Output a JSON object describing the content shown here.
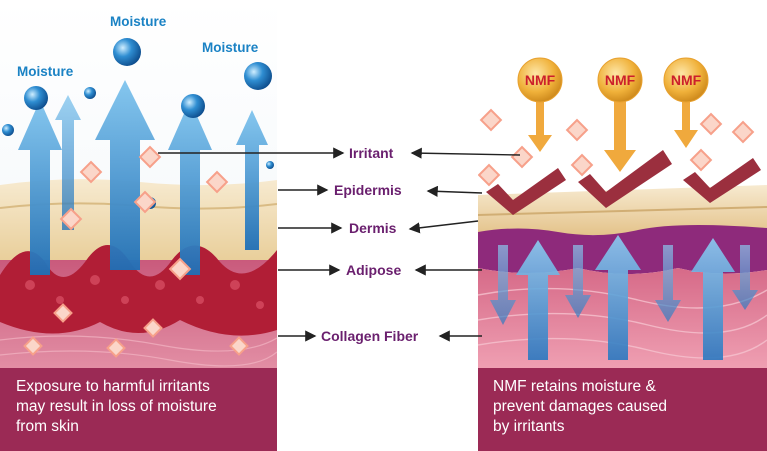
{
  "left_panel": {
    "moisture_labels": [
      "Moisture",
      "Moisture",
      "Moisture"
    ],
    "caption": [
      "Exposure to harmful irritants",
      "may result in loss of moisture",
      "from skin"
    ]
  },
  "right_panel": {
    "nmf_labels": [
      "NMF",
      "NMF",
      "NMF"
    ],
    "caption": [
      "NMF retains moisture &",
      "prevent damages caused",
      "by irritants"
    ]
  },
  "center_labels": [
    "Irritant",
    "Epidermis",
    "Dermis",
    "Adipose",
    "Collagen Fiber"
  ],
  "colors": {
    "caption_bg": "#9b2a55",
    "label_text": "#6a1f6e",
    "moisture_text": "#1a82c4",
    "nmf_circle": "#f0b13a",
    "nmf_text": "#cc1f2b",
    "epidermis": "#f1dcaf",
    "dermis_red": "#b11e36",
    "collagen": "#d8728c"
  }
}
